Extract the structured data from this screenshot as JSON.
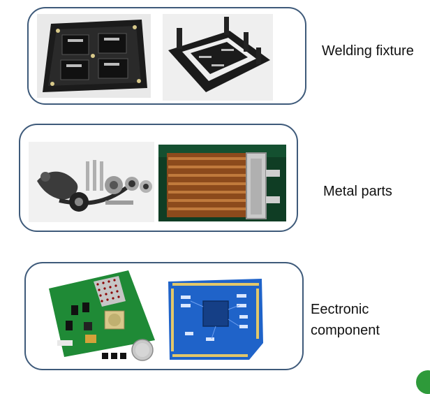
{
  "rows": [
    {
      "label": "Welding fixture"
    },
    {
      "label": "Metal parts"
    },
    {
      "label_line1": "Eectronic",
      "label_line2": "component"
    }
  ],
  "colors": {
    "card_border": "#3e5a7a",
    "fixture_black": "#1b1b1b",
    "copper": "#a8642e",
    "pcb_green": "#1f8a36",
    "pcb_blue": "#1f63c9",
    "corner_accent": "#2e9a3a"
  }
}
